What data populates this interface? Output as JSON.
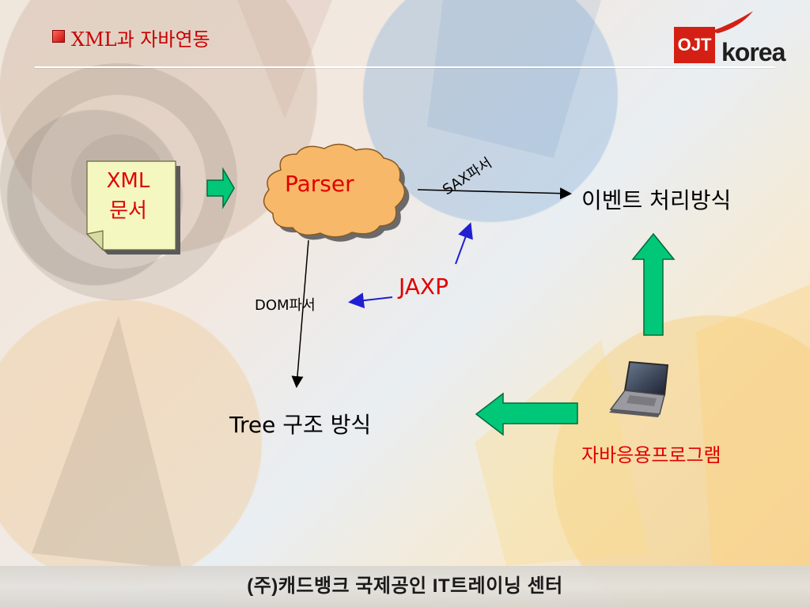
{
  "header": {
    "title": "XML과 자바연동",
    "logo": {
      "badge": "OJT",
      "word": "korea"
    }
  },
  "diagram": {
    "xml_doc": {
      "line1": "XML",
      "line2": "문서"
    },
    "parser": "Parser",
    "event_method": "이벤트 처리방식",
    "sax_parser": "SAX파서",
    "jaxp": "JAXP",
    "dom_parser": "DOM파서",
    "tree_method": "Tree 구조 방식",
    "java_app": "자바응용프로그램"
  },
  "footer": {
    "text": "(주)캐드뱅크 국제공인 IT트레이닝 센터"
  },
  "colors": {
    "accent_red": "#e00000",
    "arrow_green": "#00c878",
    "note_yellow": "#f4f7c0",
    "cloud_orange": "#f7b86a",
    "arrow_blue": "#2020d0"
  },
  "icons": [
    "title-bullet-icon",
    "laptop-icon",
    "note-document-icon",
    "cloud-shape-icon"
  ]
}
